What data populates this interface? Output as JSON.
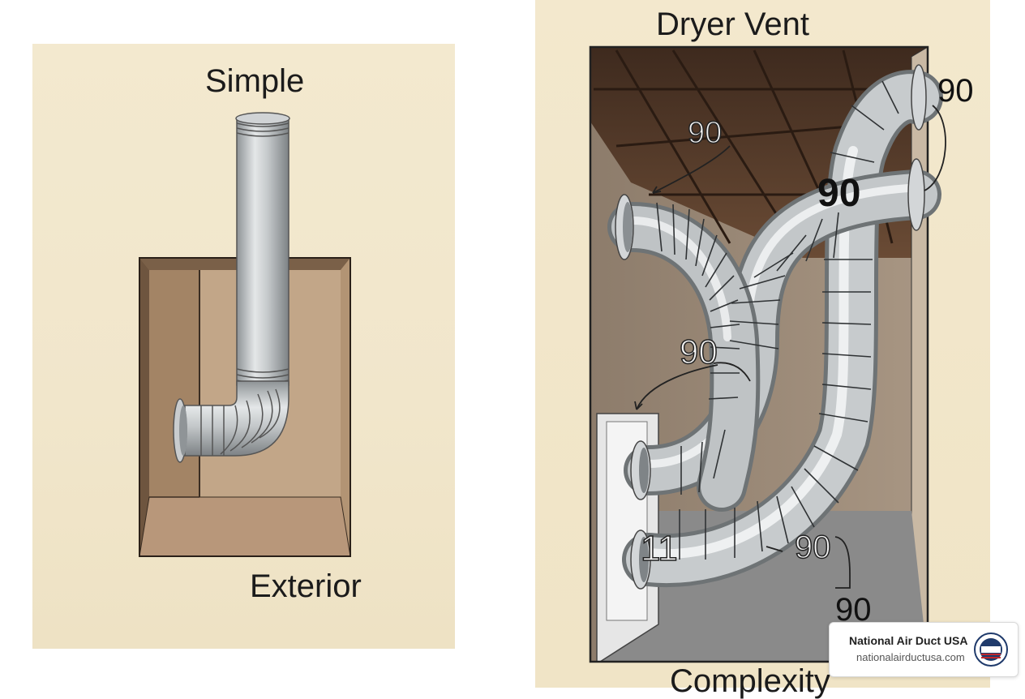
{
  "left_diagram": {
    "title": "Simple",
    "bottom_label": "Exterior"
  },
  "right_diagram": {
    "title": "Dryer Vent",
    "bottom_label": "Complexity",
    "bend_labels": [
      "90",
      "90",
      "90",
      "90",
      "11",
      "90",
      "90"
    ]
  },
  "badge": {
    "name": "National Air Duct USA",
    "url": "nationalairductusa.com"
  },
  "colors": {
    "background": "#f1e6cb",
    "wall_brown": "#8c7258",
    "duct_silver": "#b9bdbf",
    "ceiling_dark": "#4a3426"
  }
}
